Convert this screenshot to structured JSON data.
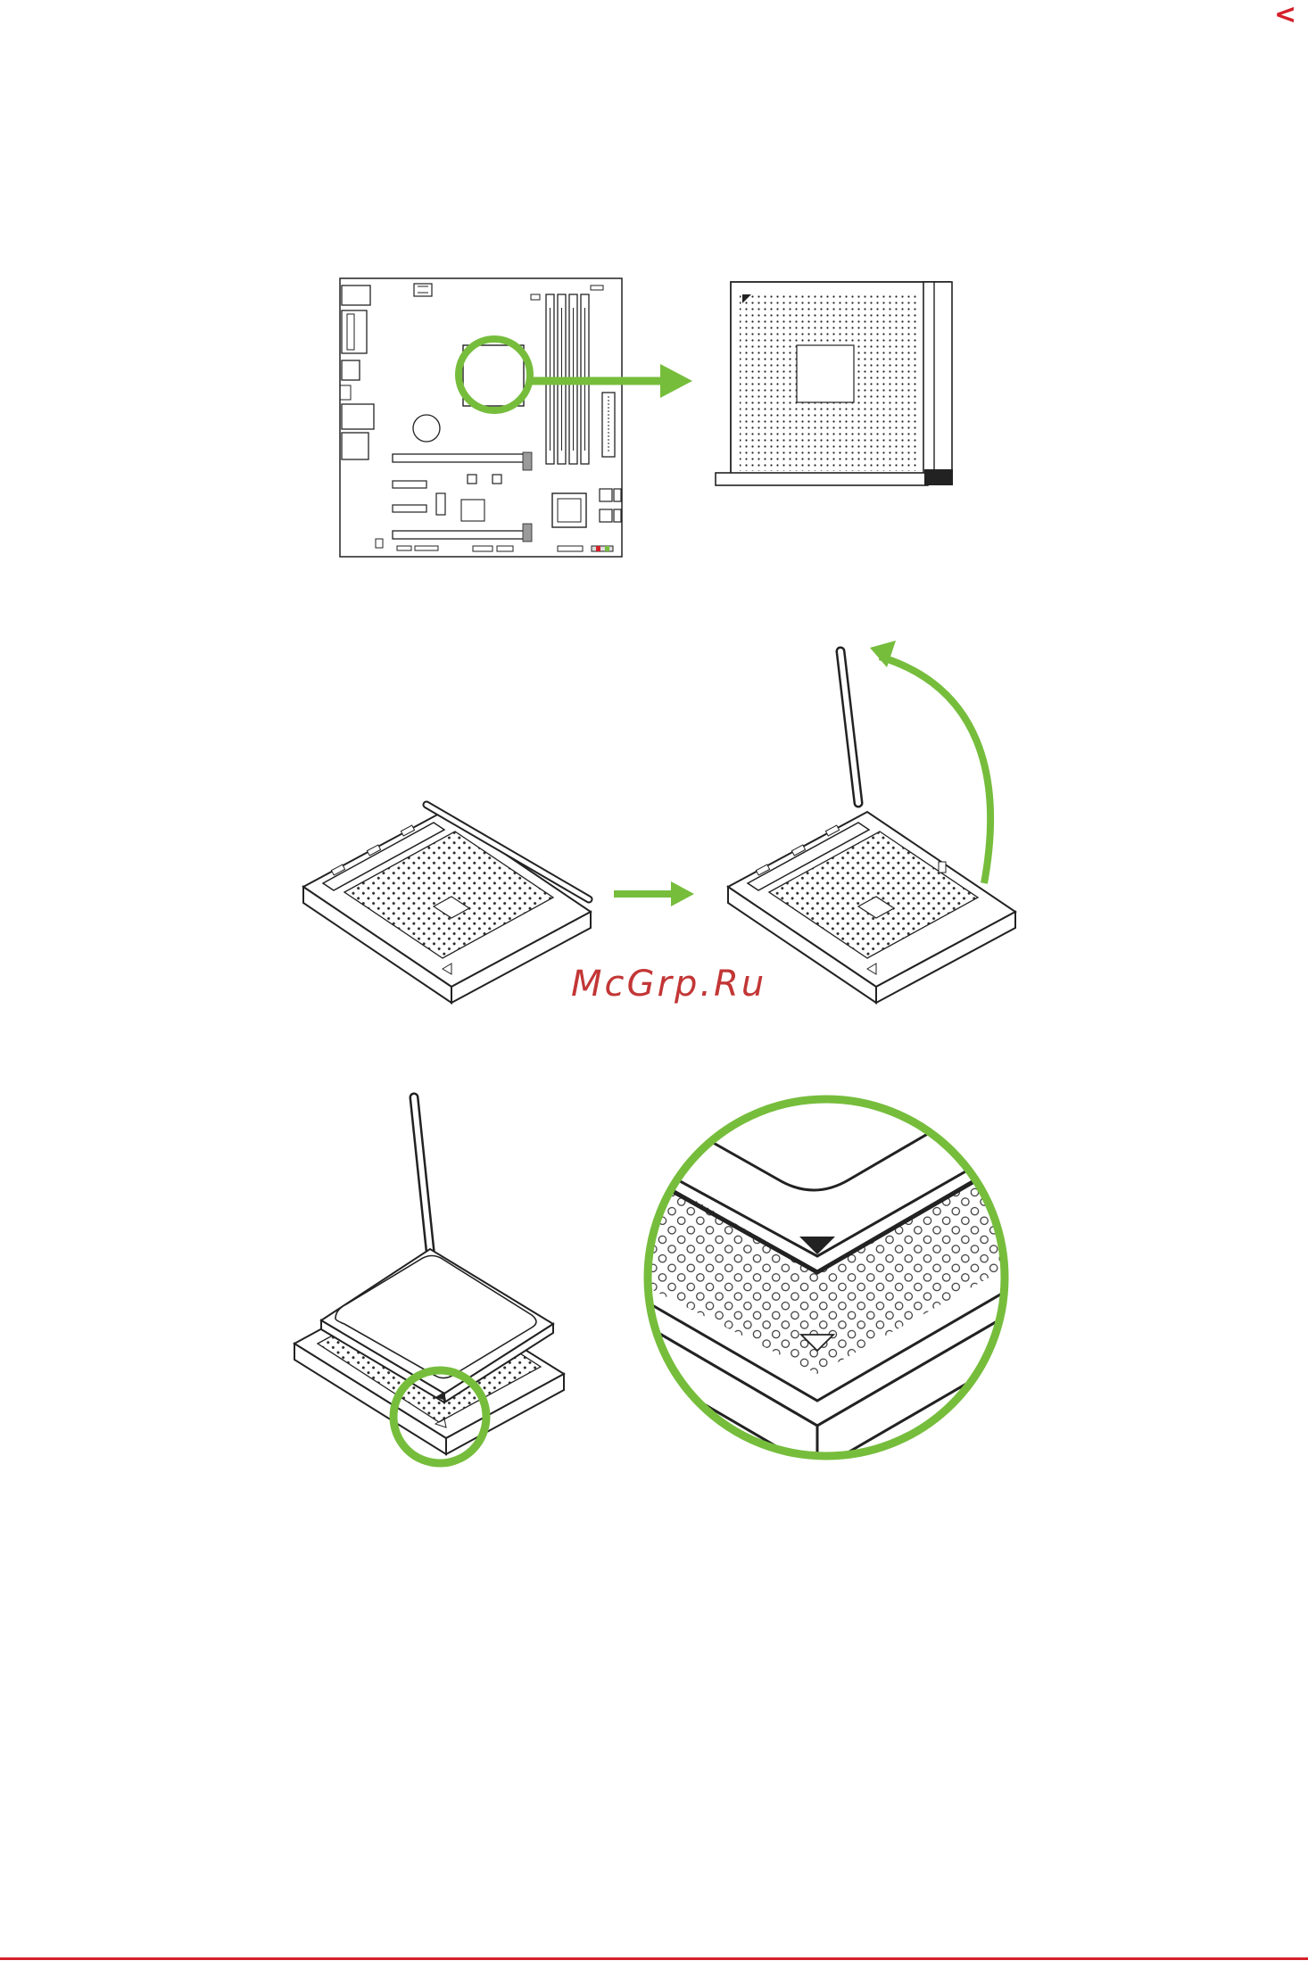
{
  "page": {
    "nav_chevron": "<",
    "watermark": "McGrp.Ru"
  },
  "colors": {
    "accent_red": "#d4202a",
    "highlight_green": "#76bd3c",
    "line_black": "#1a1a1a",
    "watermark_red": "#c33636"
  },
  "figures": [
    {
      "name": "motherboard-socket-location",
      "shows": [
        "motherboard-layout-icon",
        "cpu-socket-top-view"
      ]
    },
    {
      "name": "socket-lever-raise",
      "shows": [
        "socket-lever-closed",
        "socket-lever-open"
      ]
    },
    {
      "name": "cpu-alignment",
      "shows": [
        "cpu-on-socket",
        "alignment-triangle-closeup"
      ]
    }
  ]
}
